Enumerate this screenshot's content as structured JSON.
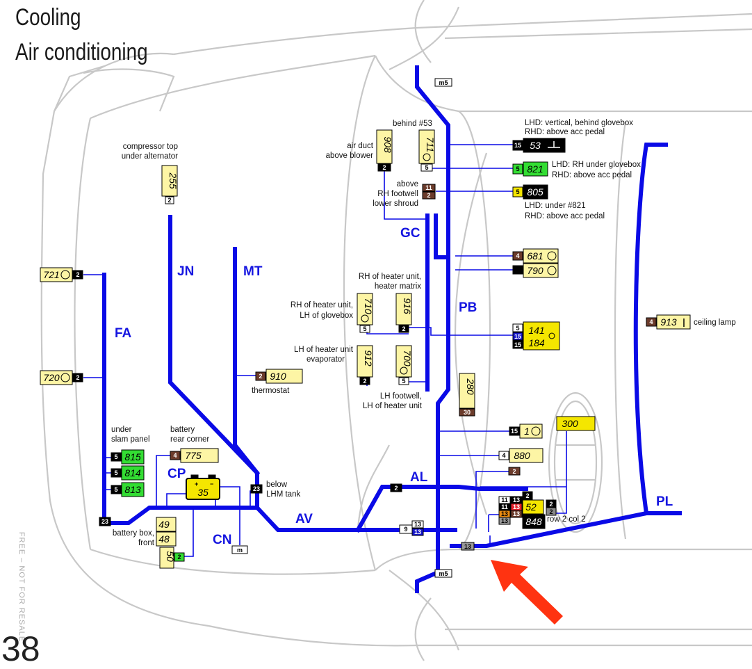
{
  "title": {
    "line1": "Cooling",
    "line2": "Air conditioning"
  },
  "page_number": "38",
  "watermark": "FREE – NOT FOR RESALE",
  "wires": {
    "FA": "FA",
    "JN": "JN",
    "MT": "MT",
    "CP": "CP",
    "CN": "CN",
    "AV": "AV",
    "AL": "AL",
    "GC": "GC",
    "PB": "PB",
    "PL": "PL"
  },
  "notes": {
    "compressor": "compressor top",
    "alternator": "under alternator",
    "behind53": "behind #53",
    "airduct": "air duct",
    "aboveblower": "above blower",
    "above": "above",
    "rhfootwell": "RH footwell",
    "lowershroud": "lower shroud",
    "lhd_vertical": "LHD: vertical, behind glovebox",
    "rhd_accpedal1": "RHD: above acc pedal",
    "lhd_rhglove": "LHD: RH under glovebox",
    "rhd_accpedal2": "RHD: above acc pedal",
    "lhd_under821": "LHD: under #821",
    "rhd_accpedal3": "RHD: above acc pedal",
    "rh_heater_matrix_1": "RH of heater unit,",
    "rh_heater_matrix_2": "heater matrix",
    "rh_heater_glove_1": "RH of heater unit,",
    "rh_heater_glove_2": "LH of glovebox",
    "lh_heater_evap_1": "LH of heater unit",
    "lh_heater_evap_2": "evaporator",
    "lh_footwell_1": "LH footwell,",
    "lh_footwell_2": "LH of heater unit",
    "thermostat": "thermostat",
    "ceiling": "ceiling lamp",
    "under_slam_1": "under",
    "under_slam_2": "slam panel",
    "battery_rear_1": "battery",
    "battery_rear_2": "rear corner",
    "battery_front_1": "battery box,",
    "battery_front_2": "front",
    "below_lhm_1": "below",
    "below_lhm_2": "LHM tank",
    "row2col2": "row 2 col 2"
  },
  "components": {
    "c255": "255",
    "c908": "908",
    "c711": "711",
    "c53": "53",
    "c821": "821",
    "c805": "805",
    "c681": "681",
    "c790": "790",
    "c721": "721",
    "c720": "720",
    "c710": "710",
    "c916": "916",
    "c141": "141",
    "c184": "184",
    "c913": "913",
    "c912": "912",
    "c700": "700",
    "c910": "910",
    "c280": "280",
    "c300": "300",
    "c1": "1",
    "c880": "880",
    "c815": "815",
    "c814": "814",
    "c813": "813",
    "c775": "775",
    "c35": "35",
    "c49": "49",
    "c48": "48",
    "c50": "50",
    "c52": "52",
    "c848": "848"
  },
  "plugs": {
    "m5_top": "m5",
    "m5_bot": "m5",
    "m": "m",
    "p2_255": "2",
    "p2_908": "2",
    "p5_711": "5",
    "p15_53": "15",
    "p5_821": "5",
    "p5_805": "5",
    "p11": "11",
    "p2_gc": "2",
    "p4_681": "4",
    "p2_721": "2",
    "p2_720": "2",
    "p5_710": "5",
    "p2_916": "2",
    "p5_141": "5",
    "p15a": "15",
    "p15b": "15",
    "p4_913": "4",
    "p2_912": "2",
    "p5_700": "5",
    "p2_910": "2",
    "p30": "30",
    "p15_1": "15",
    "p4_880": "4",
    "p5_815": "5",
    "p5_814": "5",
    "p5_813": "5",
    "p4_775": "4",
    "p23_left": "23",
    "p23_lhm": "23",
    "p2_50": "2",
    "p2_al": "2",
    "p9": "9",
    "p13a": "13",
    "p13b": "13",
    "p13_low": "13",
    "p2_mid": "2",
    "p2_52": "2",
    "p11b": "11",
    "p13c": "13",
    "p11c": "11",
    "p13d": "13",
    "p13e": "13",
    "p13f": "13",
    "p13g": "13",
    "p2_848a": "2",
    "p2_848b": "2"
  },
  "colors": {
    "wire": "#0a0ae6",
    "component": "#fdf5a5",
    "green": "#33dd33",
    "black": "#000000",
    "brown": "#6b3b2b",
    "outline": "#c8c8c8",
    "arrow": "#ff3311"
  },
  "battery_signs": {
    "plus": "+",
    "minus": "−"
  }
}
